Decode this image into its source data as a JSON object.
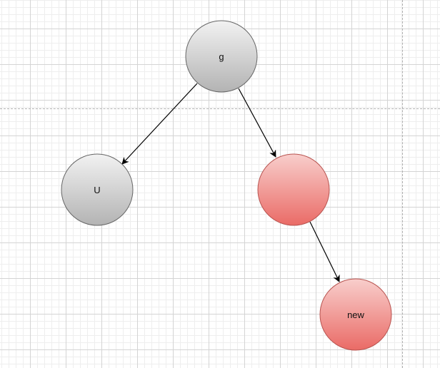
{
  "nodes": [
    {
      "id": "g",
      "label": "g",
      "fill": "gray"
    },
    {
      "id": "u",
      "label": "U",
      "fill": "gray"
    },
    {
      "id": "p",
      "label": "",
      "fill": "red"
    },
    {
      "id": "new",
      "label": "new",
      "fill": "red"
    }
  ],
  "edges": [
    {
      "from": "g",
      "to": "u"
    },
    {
      "from": "g",
      "to": "p"
    },
    {
      "from": "p",
      "to": "new"
    }
  ],
  "colors": {
    "gray_top": "#f2f2f2",
    "gray_bottom": "#b3b3b3",
    "gray_stroke": "#666666",
    "red_top": "#f8cecc",
    "red_bottom": "#ea6b66",
    "red_stroke": "#b85450",
    "edge": "#000000"
  }
}
